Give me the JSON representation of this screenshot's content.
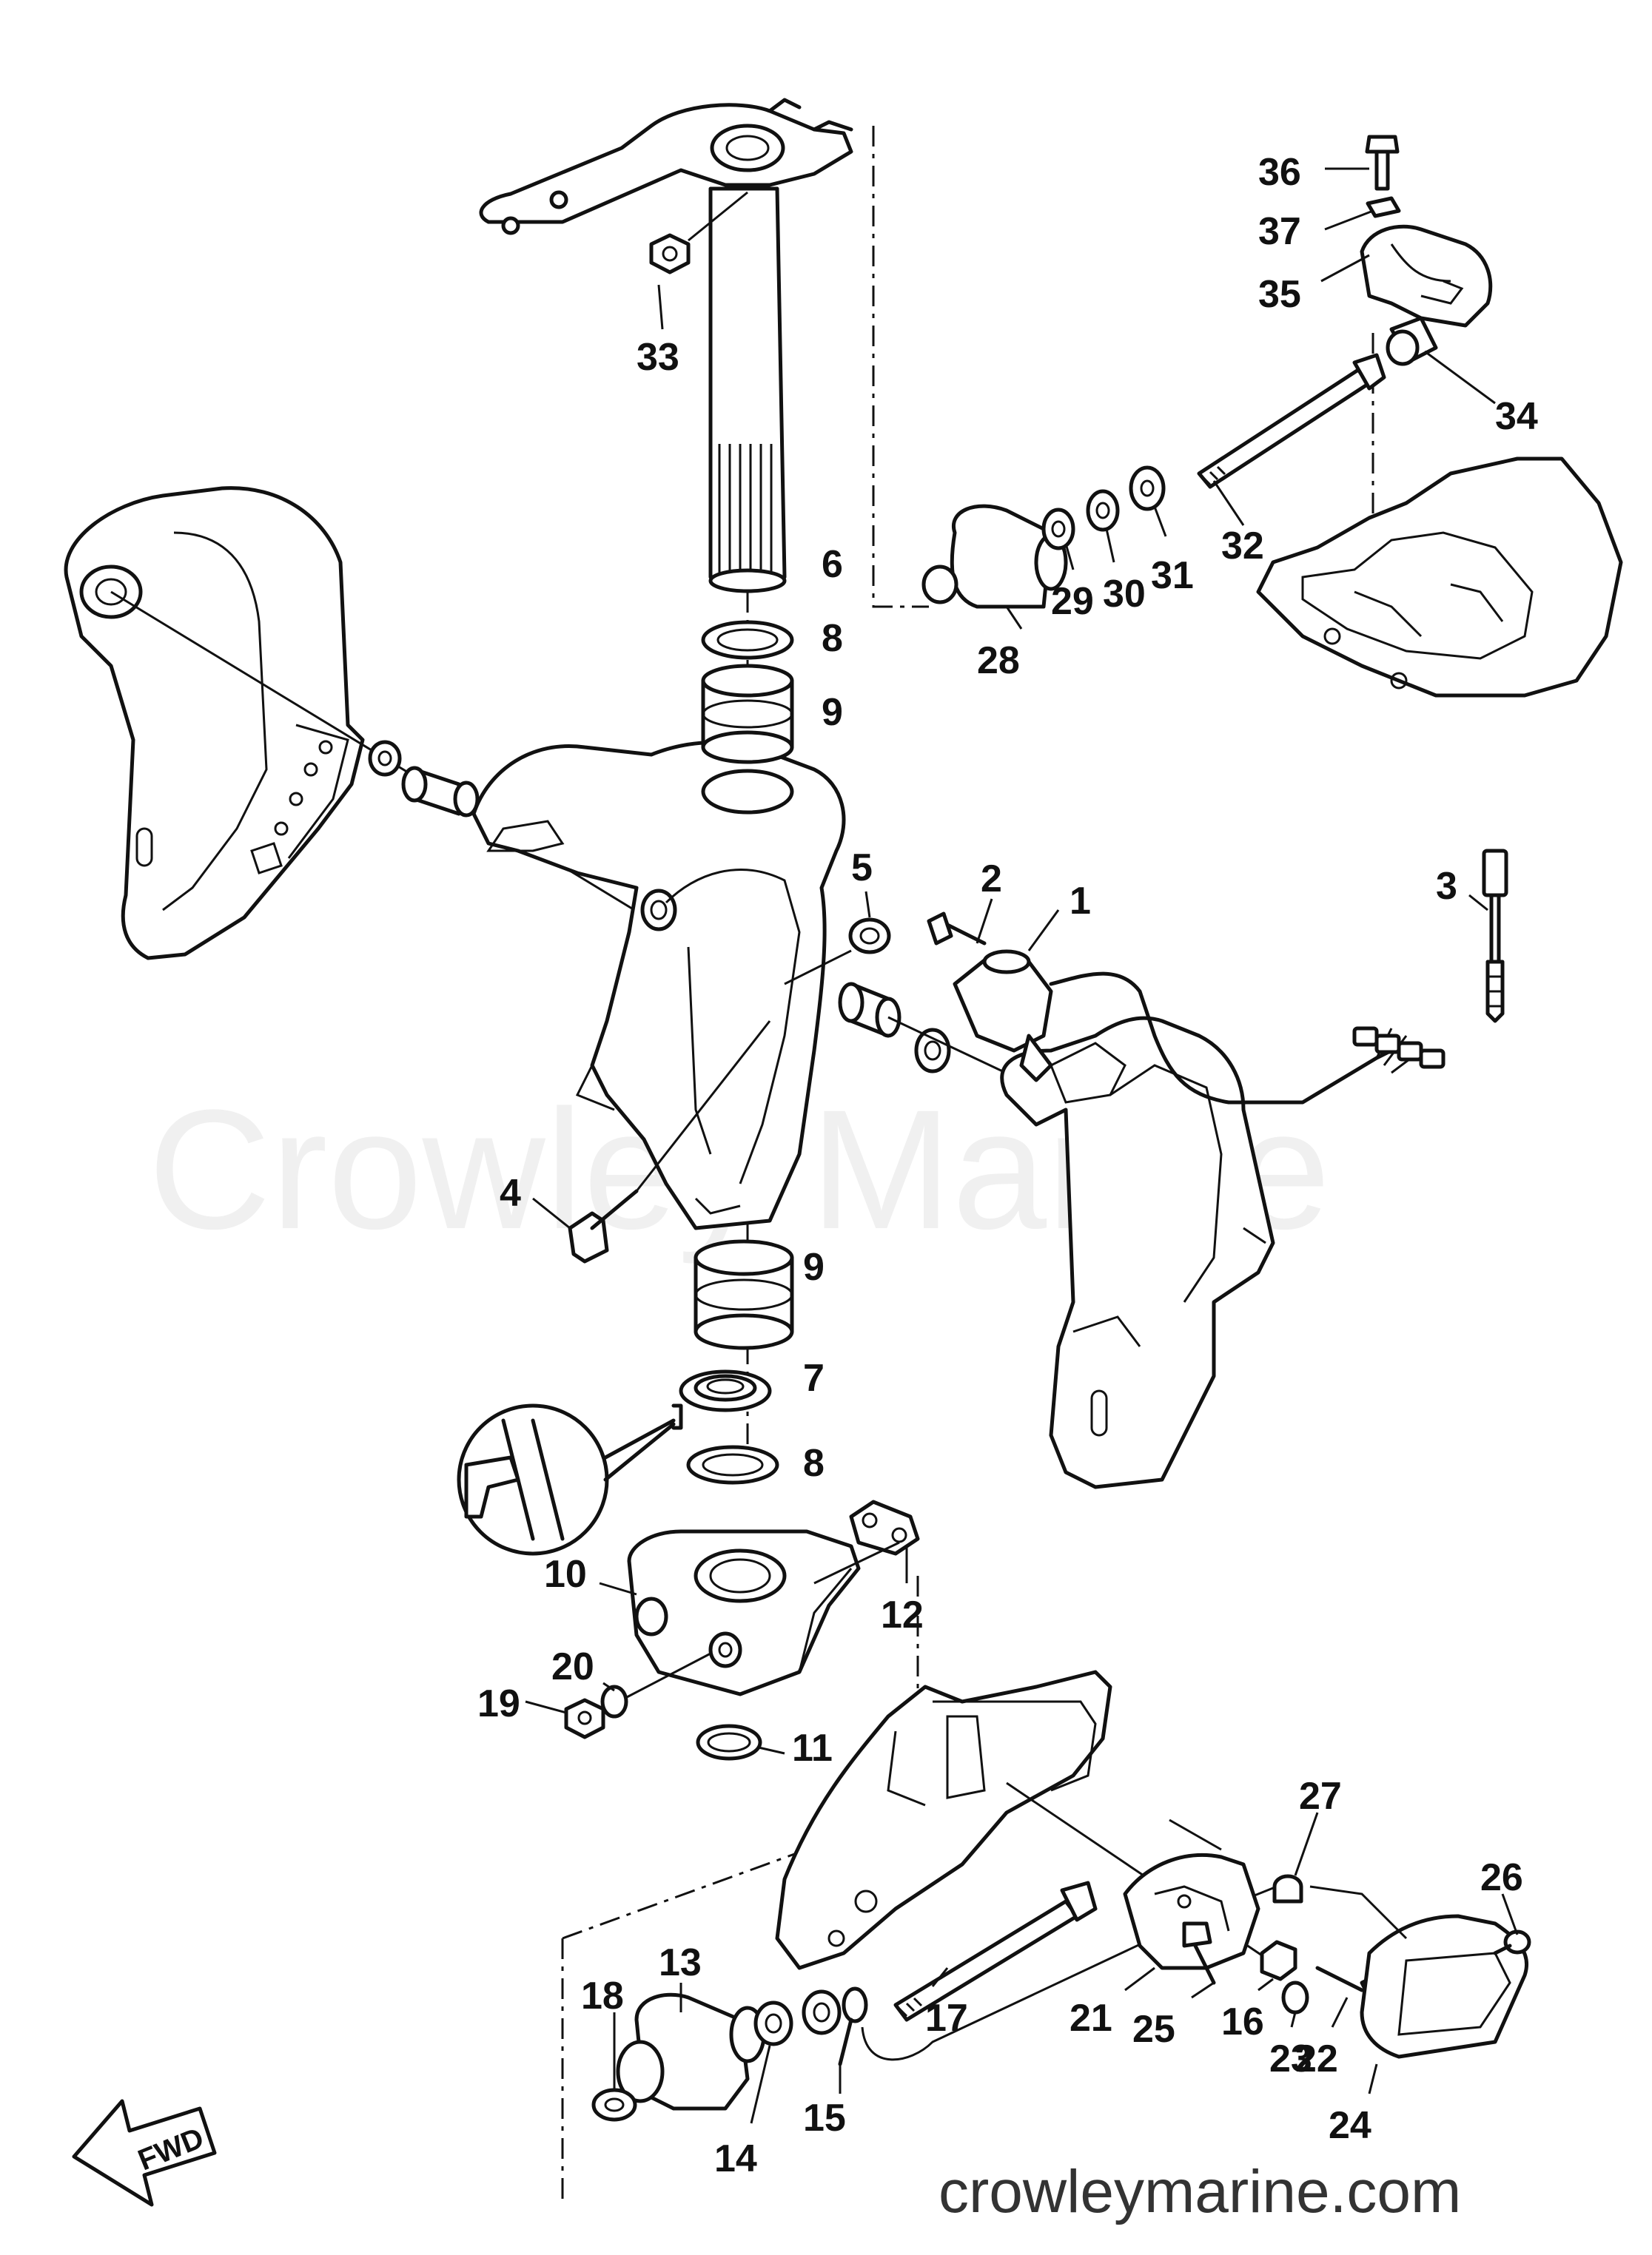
{
  "watermark": "Crowley Marine",
  "footer_url": "crowleymarine.com",
  "direction_label": "FWD",
  "callouts": {
    "c1": "1",
    "c2": "2",
    "c3": "3",
    "c4": "4",
    "c5": "5",
    "c6": "6",
    "c7": "7",
    "c8a": "8",
    "c8b": "8",
    "c9a": "9",
    "c9b": "9",
    "c10": "10",
    "c11": "11",
    "c12": "12",
    "c13": "13",
    "c14": "14",
    "c15": "15",
    "c16": "16",
    "c17": "17",
    "c18": "18",
    "c19": "19",
    "c20": "20",
    "c21": "21",
    "c22": "22",
    "c23": "23",
    "c24": "24",
    "c25": "25",
    "c26": "26",
    "c27": "27",
    "c28": "28",
    "c29": "29",
    "c30": "30",
    "c31": "31",
    "c32": "32",
    "c33": "33",
    "c34": "34",
    "c35": "35",
    "c36": "36",
    "c37": "37"
  }
}
